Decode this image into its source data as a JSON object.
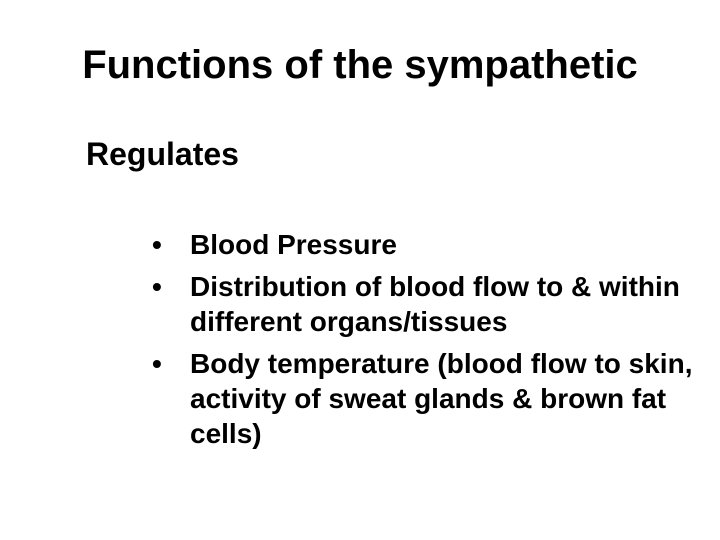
{
  "slide": {
    "title": "Functions of the sympathetic",
    "subtitle": "Regulates",
    "bullet_char": "•",
    "bullets": [
      "Blood Pressure",
      "Distribution of blood flow to & within different organs/tissues",
      "Body temperature (blood flow to skin, activity of sweat glands & brown fat cells)"
    ],
    "colors": {
      "background": "#ffffff",
      "text": "#000000"
    }
  }
}
